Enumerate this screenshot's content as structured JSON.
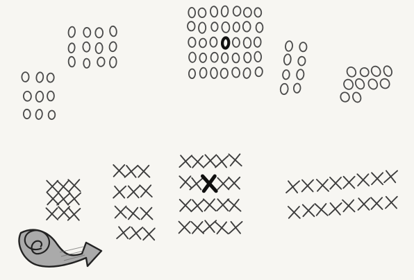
{
  "scene": {
    "background": "#f7f6f2",
    "ink": "#3c3c3c",
    "ink_emphasis": "#0f0f0f",
    "arrow_fill": "#aaaaaa"
  },
  "figure": {
    "group_rows": [
      {
        "name": "circle-row",
        "symbol": "circle",
        "groups": 5,
        "marks_per_group": [
          9,
          12,
          35,
          8,
          10
        ]
      },
      {
        "name": "cross-row",
        "symbol": "x",
        "groups": 4,
        "marks_per_group": [
          9,
          12,
          20,
          16
        ]
      }
    ],
    "highlighted_circle": {
      "group": 3,
      "row": 3,
      "column": 4
    },
    "highlighted_cross": {
      "group": 3,
      "row": 2,
      "column": 3
    },
    "arrow": {
      "style": "spiral",
      "direction": "right"
    }
  }
}
